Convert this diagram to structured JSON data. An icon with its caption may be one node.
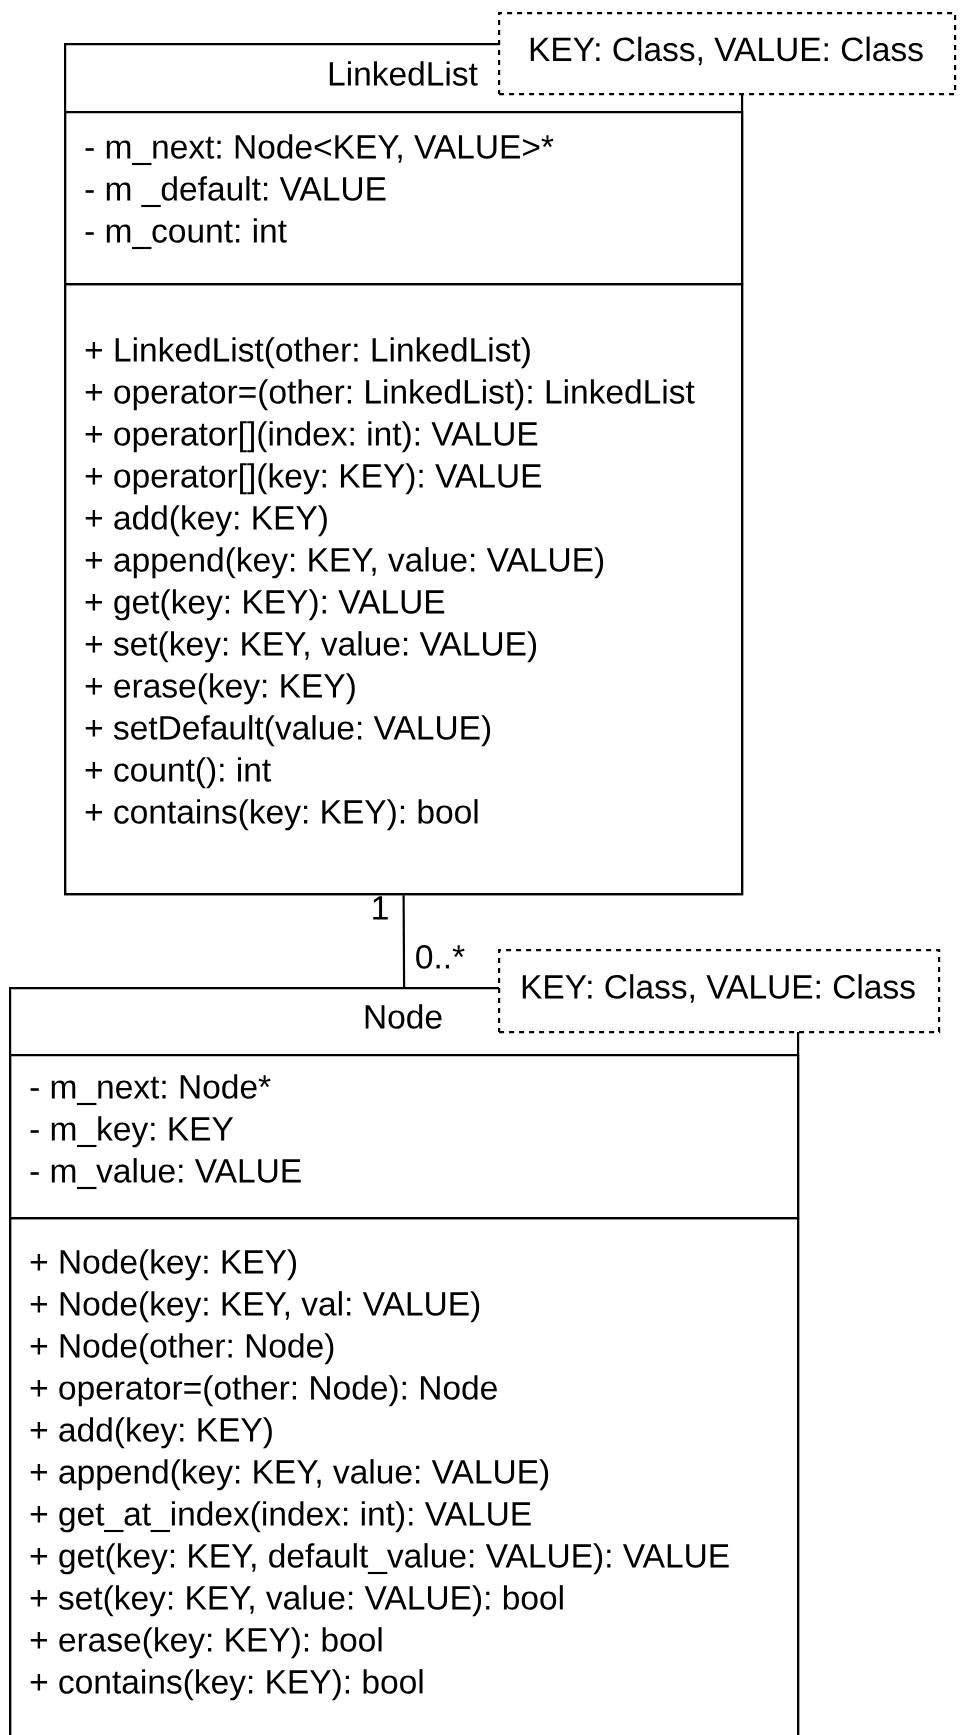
{
  "diagram": {
    "nodes": [
      {
        "text": [
          "LinkedList"
        ]
      },
      {
        "text": [
          "- m_next: Node<KEY, VALUE>*",
          "- m _default: VALUE",
          "- m_count: int"
        ],
        "in": 0
      },
      {
        "text": [
          "+ LinkedList(other: LinkedList)",
          "+ operator=(other: LinkedList): LinkedList",
          "+ operator[](index: int): VALUE",
          "+ operator[](key: KEY): VALUE",
          "+ add(key: KEY)",
          "+ append(key: KEY, value: VALUE)",
          "+ get(key: KEY): VALUE",
          "+ set(key: KEY, value: VALUE)",
          "+ erase(key: KEY)",
          "+ setDefault(value: VALUE)",
          "+ count(): int",
          "+ contains(key: KEY): bool"
        ],
        "in": 0
      },
      {
        "text": [
          "KEY: Class, VALUE: Class"
        ]
      },
      {
        "text": [
          "Node"
        ]
      },
      {
        "text": [
          "- m_next: Node*",
          "- m_key: KEY",
          "- m_value: VALUE"
        ],
        "in": 4
      },
      {
        "text": [
          "+ Node(key: KEY)",
          "+ Node(key: KEY, val: VALUE)",
          "+ Node(other: Node)",
          "+ operator=(other: Node): Node",
          "+ add(key: KEY)",
          "+ append(key: KEY, value: VALUE)",
          "+ get_at_index(index: int): VALUE",
          "+ get(key: KEY, default_value: VALUE): VALUE",
          "+ set(key: KEY, value: VALUE): bool",
          "+ erase(key: KEY): bool",
          "+ contains(key: KEY): bool"
        ],
        "in": 4
      },
      {
        "text": [
          "KEY: Class, VALUE: Class"
        ]
      }
    ],
    "edges": [
      {
        "from": 0,
        "to": 4,
        "arrow": "none"
      }
    ],
    "labels": [
      "1",
      "0..*"
    ]
  }
}
